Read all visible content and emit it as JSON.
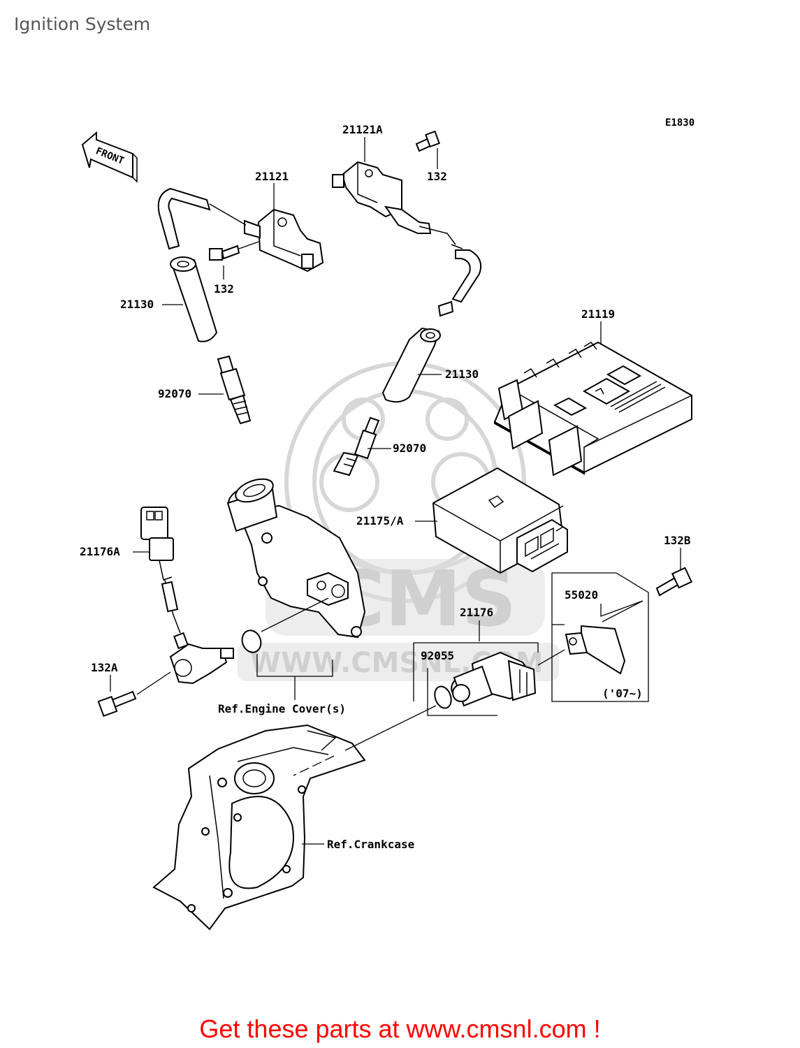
{
  "page": {
    "title": "Ignition System",
    "footer": "Get these parts at www.cmsnl.com !"
  },
  "diagram": {
    "code": "E1830",
    "front_label": "FRONT",
    "watermark": {
      "logo": "CMS",
      "url": "WWW.CMSNL.COM"
    },
    "labels": {
      "p21121A": "21121A",
      "p132_top": "132",
      "p21121": "21121",
      "p132_left": "132",
      "p21130_left": "21130",
      "p21130_right": "21130",
      "p21119": "21119",
      "p92070_left": "92070",
      "p92070_right": "92070",
      "p21175A": "21175/A",
      "p21176A": "21176A",
      "p132B": "132B",
      "p55020": "55020",
      "p21176": "21176",
      "p92055": "92055",
      "p132A": "132A",
      "ref_engine_cover": "Ref.Engine Cover(s)",
      "year_note": "('07~)",
      "ref_crankcase": "Ref.Crankcase"
    }
  }
}
